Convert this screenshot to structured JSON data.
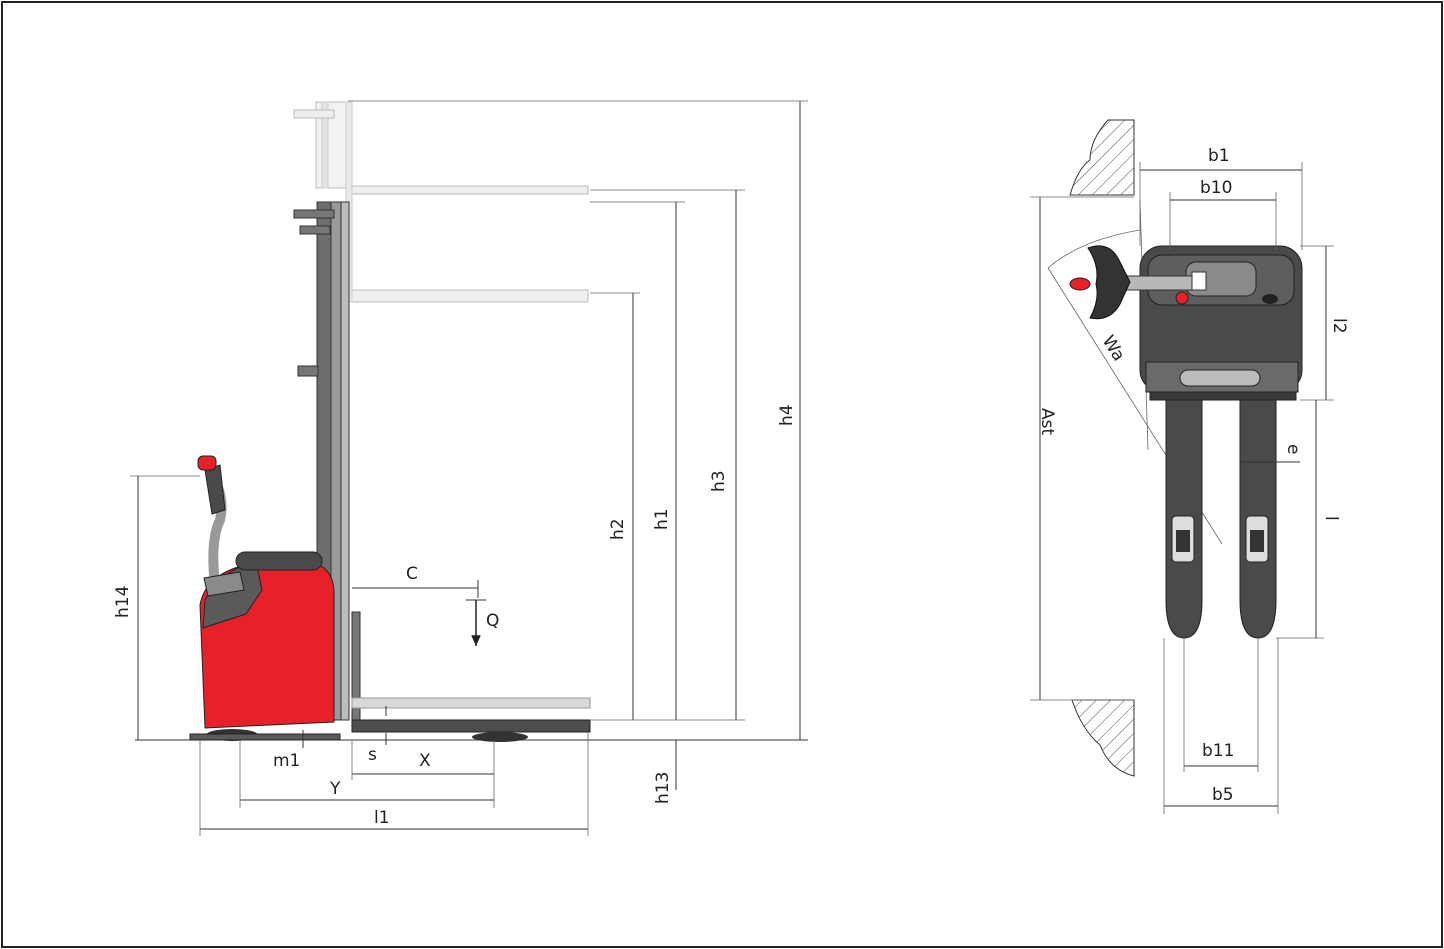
{
  "diagram": {
    "side_view_labels": {
      "h4": "h4",
      "h3": "h3",
      "h1": "h1",
      "h2": "h2",
      "h14": "h14",
      "h13": "h13",
      "C": "C",
      "Q": "Q",
      "m1": "m1",
      "s": "s",
      "X": "X",
      "Y": "Y",
      "l1": "l1"
    },
    "top_view_labels": {
      "b1": "b1",
      "b10": "b10",
      "l2": "l2",
      "Wa": "Wa",
      "Ast": "Ast",
      "e": "e",
      "l": "l",
      "b11": "b11",
      "b5": "b5"
    },
    "colors": {
      "body_red": "#e8202a",
      "dark_grey": "#4a4a4a",
      "mid_grey": "#7a7a7a",
      "light_grey": "#c8c8c8",
      "line": "#333333"
    }
  }
}
